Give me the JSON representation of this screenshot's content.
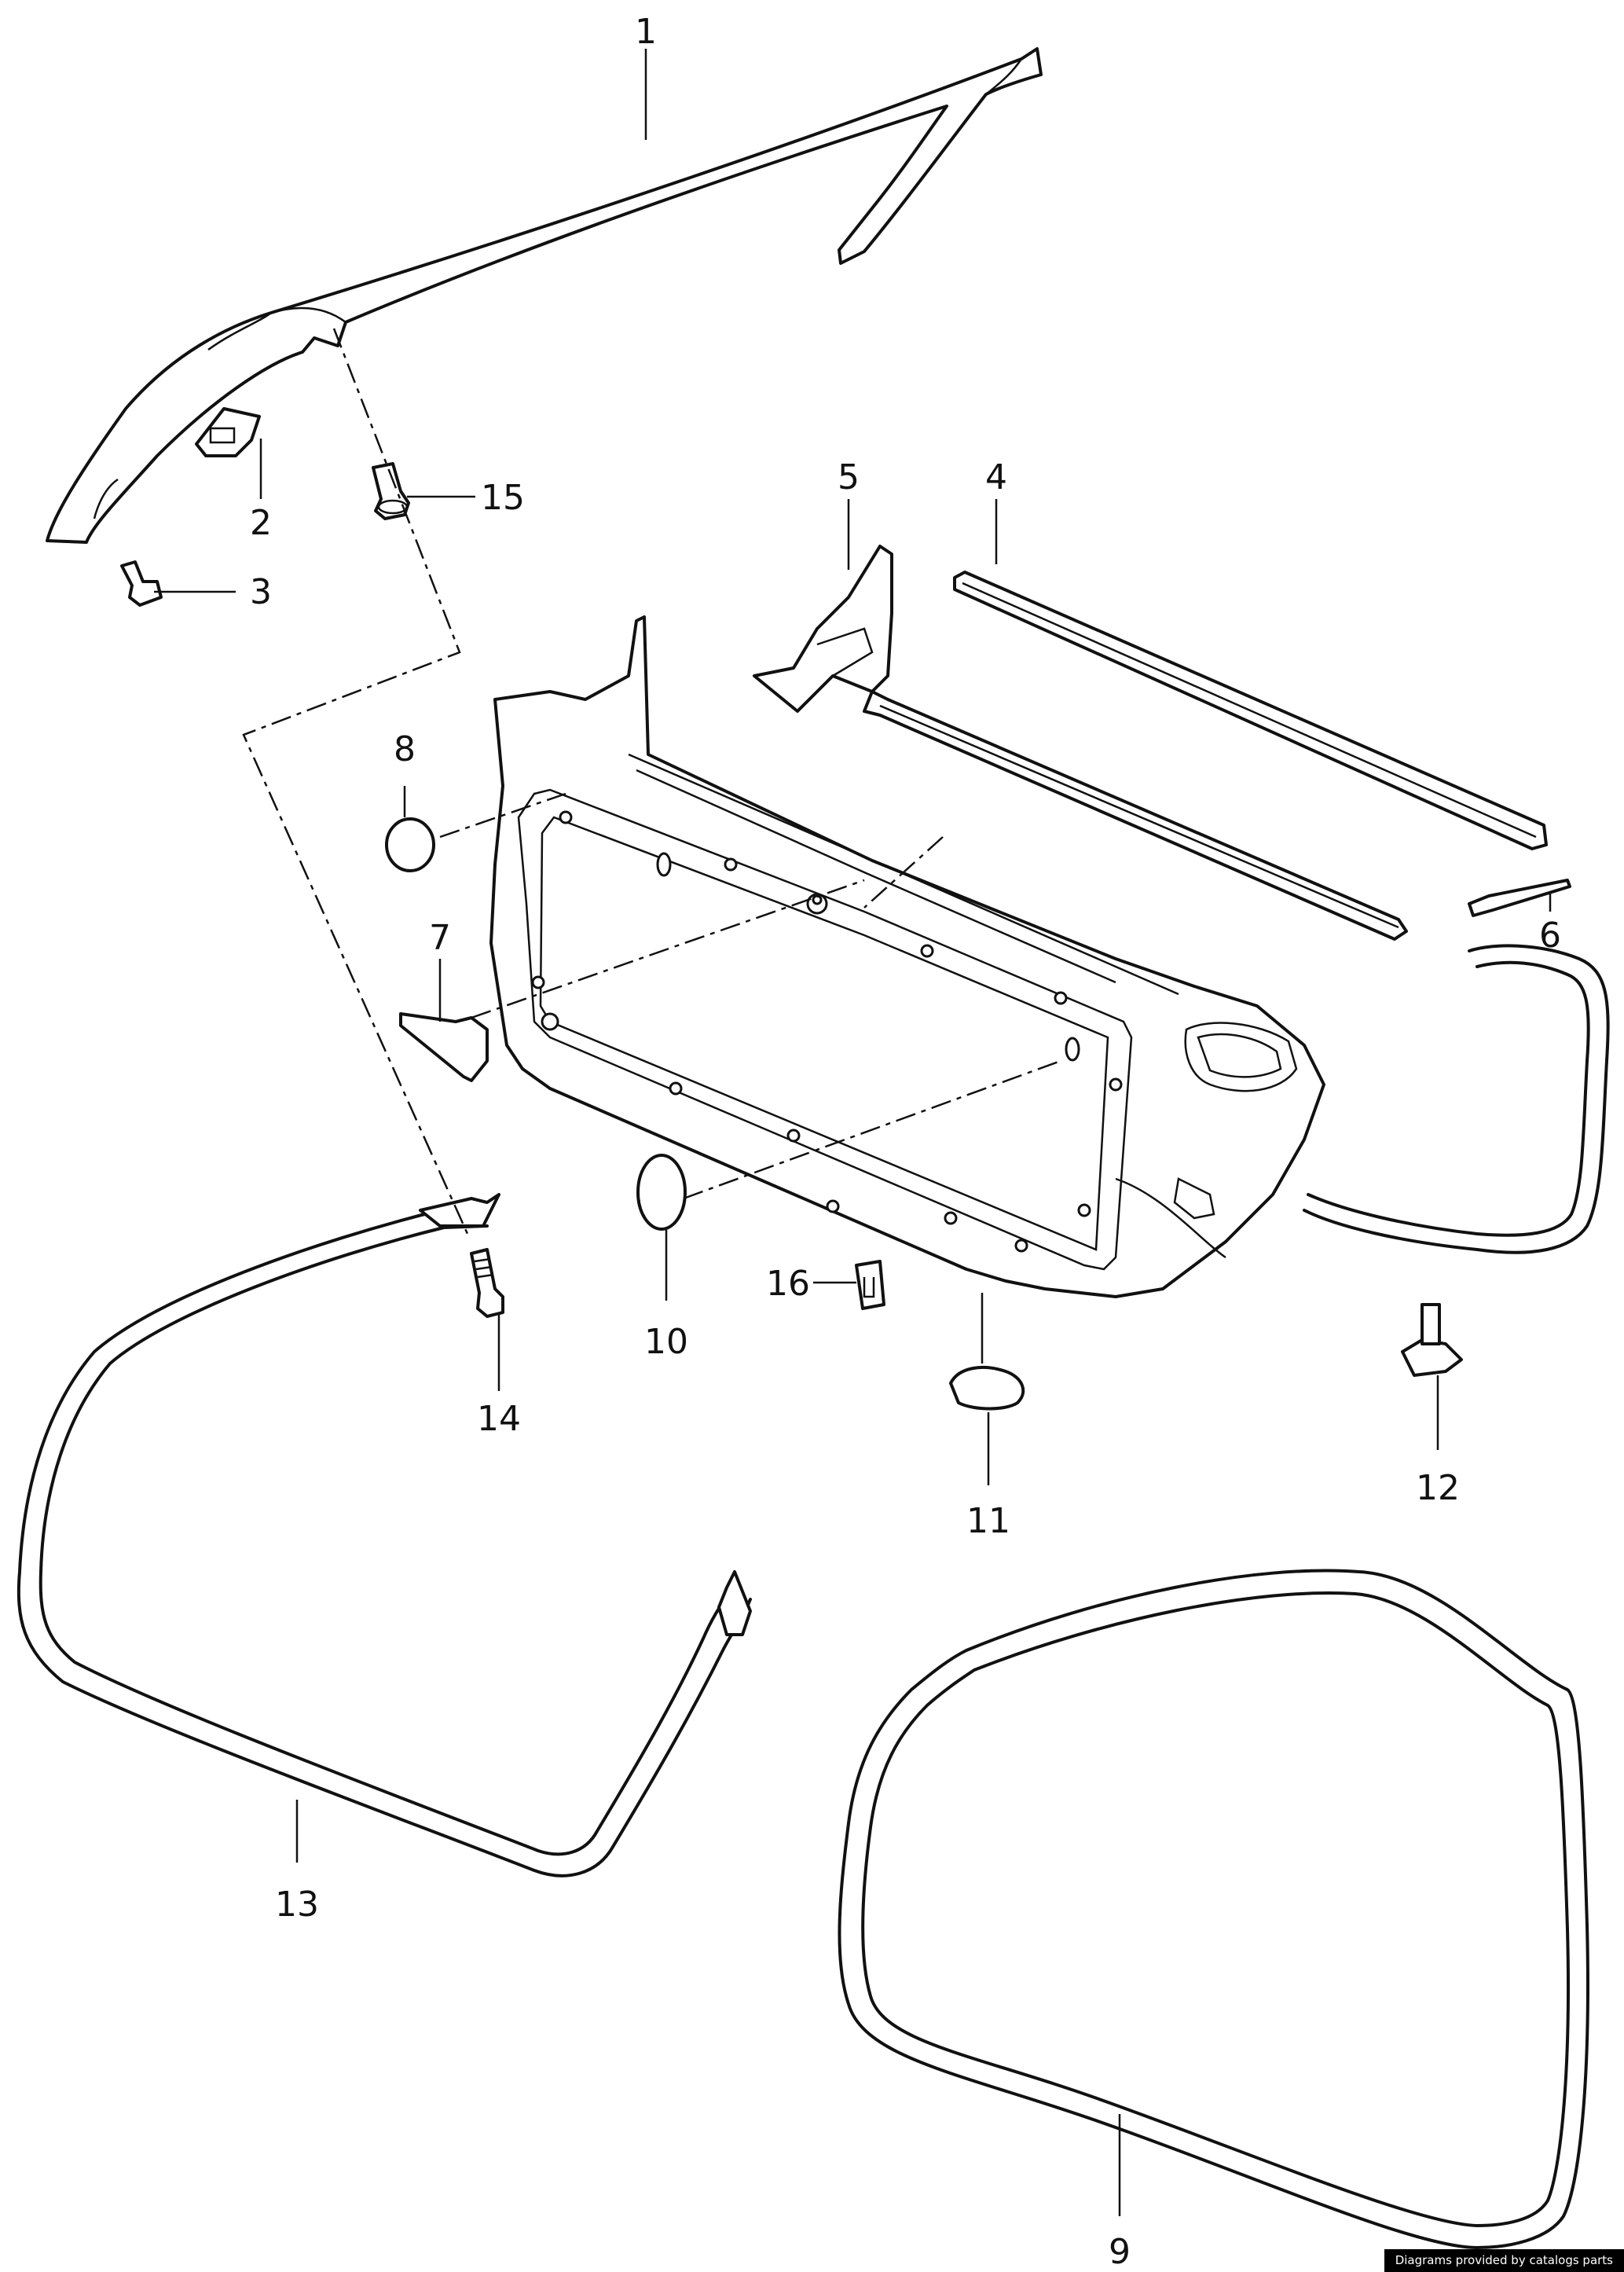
{
  "callouts": [
    {
      "id": "1",
      "label": "1"
    },
    {
      "id": "2",
      "label": "2"
    },
    {
      "id": "3",
      "label": "3"
    },
    {
      "id": "4",
      "label": "4"
    },
    {
      "id": "5",
      "label": "5"
    },
    {
      "id": "6",
      "label": "6"
    },
    {
      "id": "7",
      "label": "7"
    },
    {
      "id": "8",
      "label": "8"
    },
    {
      "id": "9",
      "label": "9"
    },
    {
      "id": "10",
      "label": "10"
    },
    {
      "id": "11",
      "label": "11"
    },
    {
      "id": "12",
      "label": "12"
    },
    {
      "id": "13",
      "label": "13"
    },
    {
      "id": "14",
      "label": "14"
    },
    {
      "id": "15",
      "label": "15"
    },
    {
      "id": "16",
      "label": "16"
    }
  ],
  "credit": "Diagrams provided by catalogs parts"
}
